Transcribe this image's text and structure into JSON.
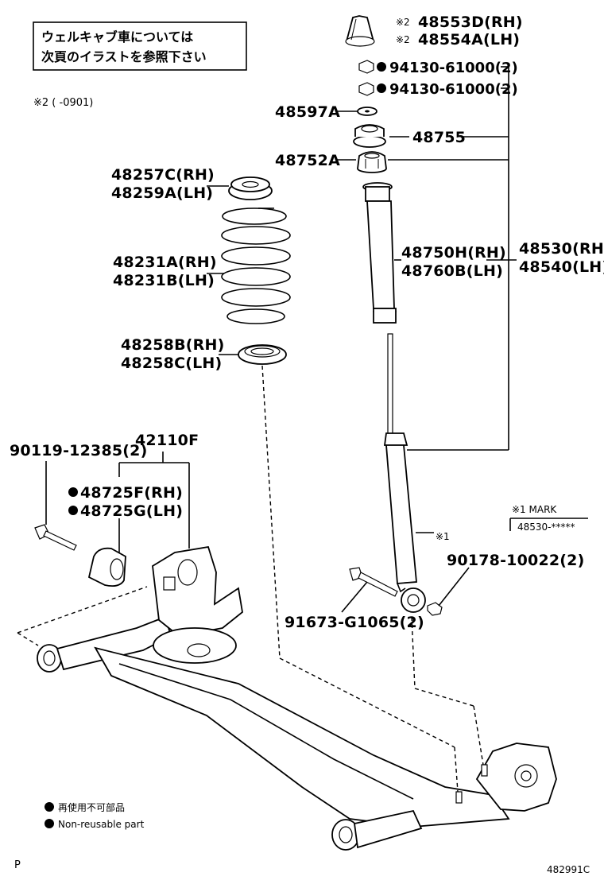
{
  "note_box": {
    "line1": "ウェルキャブ車については",
    "line2": "次頁のイラストを参照下さい"
  },
  "date_note": "※2 (      -0901)",
  "parts": {
    "bump_stopper": {
      "line1": "48553D(RH)",
      "line2": "48554A(LH)",
      "mark": "※2"
    },
    "nut_upper": "94130-61000(2)",
    "nut_lower": "94130-61000(2)",
    "washer": "48597A",
    "support": "48755",
    "bushing": "48752A",
    "spring_seat_upper": {
      "line1": "48257C(RH)",
      "line2": "48259A(LH)"
    },
    "coil_spring": {
      "line1": "48231A(RH)",
      "line2": "48231B(LH)"
    },
    "spring_insulator_lower": {
      "line1": "48258B(RH)",
      "line2": "48258C(LH)"
    },
    "dust_cover": {
      "line1": "48750H(RH)",
      "line2": "48760B(LH)"
    },
    "shock_absorber": {
      "line1": "48530(RH)",
      "line2": "48540(LH)"
    },
    "bolt_left": "90119-12385(2)",
    "axle_beam": "42110F",
    "axle_bushing": {
      "line1": "48725F(RH)",
      "line2": "48725G(LH)"
    },
    "absorber_mark": "※1",
    "nut_absorber": "90178-10022(2)",
    "bolt_absorber": "91673-G1065(2)"
  },
  "mark_note": {
    "title": "※1 MARK",
    "value": "48530-*****"
  },
  "legend": {
    "jp": "再使用不可部品",
    "en": "Non-reusable part"
  },
  "corner_left": "P",
  "figure_code": "482991C"
}
